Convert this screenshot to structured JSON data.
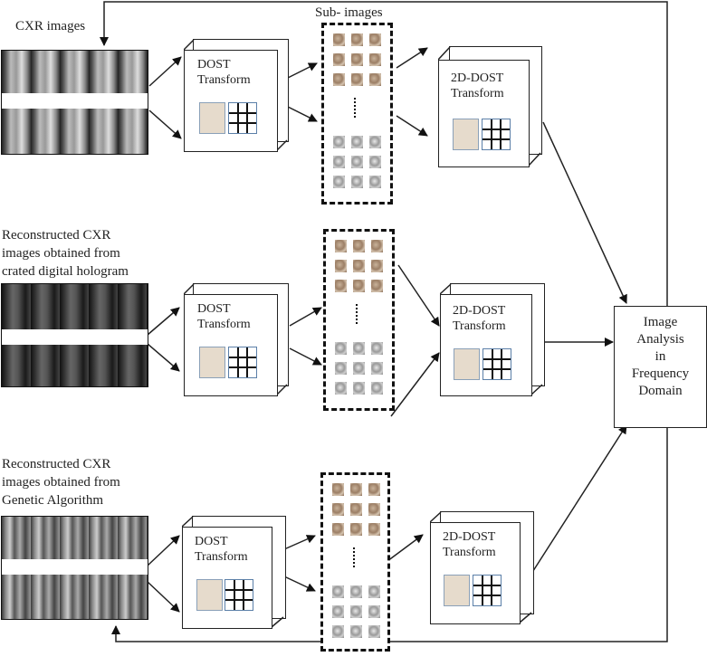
{
  "figure": {
    "inputs": [
      {
        "id": "cxr",
        "label_lines": [
          "CXR images"
        ],
        "image_style": "raw chest x-ray thumbnails (10)"
      },
      {
        "id": "hologram",
        "label_lines": [
          "Reconstructed CXR",
          "images obtained from",
          "crated digital hologram"
        ],
        "image_style": "dark reconstructed chest x-ray thumbnails (10)"
      },
      {
        "id": "genetic",
        "label_lines": [
          "Reconstructed CXR",
          "images obtained from",
          "Genetic Algorithm"
        ],
        "image_style": "noisy reconstructed chest x-ray thumbnails (10)"
      }
    ],
    "dost_block": {
      "title_lines": [
        "DOST",
        "Transform"
      ]
    },
    "dost2d_block": {
      "title_lines": [
        "2D-DOST",
        "Transform"
      ]
    },
    "sub_images": {
      "label": "Sub- images",
      "rows_brown": 3,
      "rows_gray": 3,
      "cols": 3
    },
    "output": {
      "label_lines": [
        "Image",
        "Analysis",
        "in",
        "Frequency",
        "Domain"
      ]
    },
    "colors": {
      "line": "#222222",
      "texture": "#e6dbcc",
      "grid_border": "#5b7fa8"
    }
  }
}
